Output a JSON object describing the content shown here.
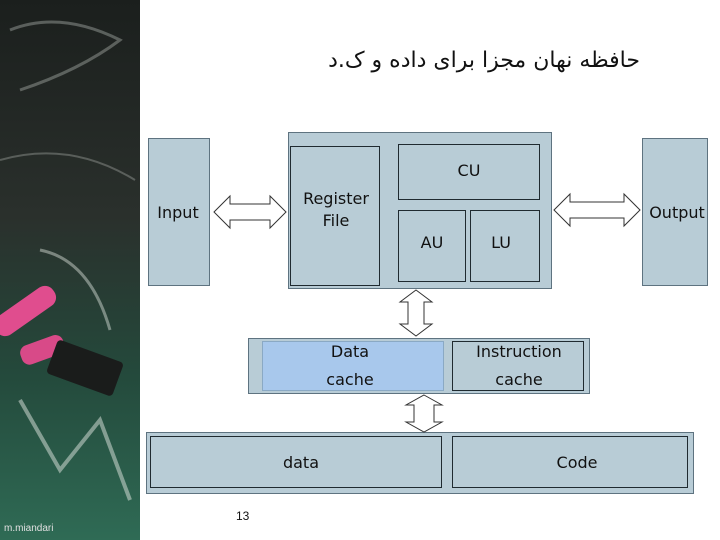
{
  "title": "حافظه نهان مجزا برای داده و ک.د",
  "labels": {
    "input": "Input",
    "output": "Output",
    "register_file": "Register\nFile",
    "cu": "CU",
    "au": "AU",
    "lu": "LU",
    "data_cache": "Data\ncache",
    "instruction_cache": "Instruction\ncache",
    "data": "data",
    "code": "Code"
  },
  "page_number": "13",
  "credit": "m.miandari",
  "colors": {
    "box_fill": "#b8ccd6",
    "highlight_fill": "#a8c8ec",
    "outline": "#1f2a30"
  }
}
